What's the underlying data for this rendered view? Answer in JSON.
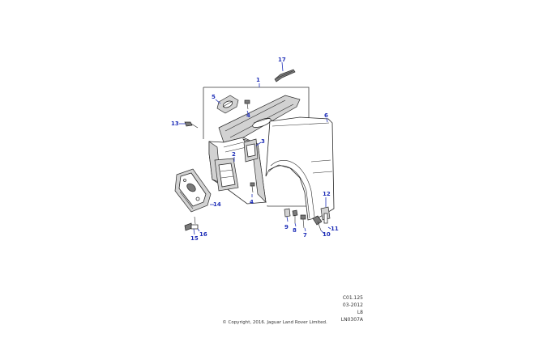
{
  "diagram": {
    "callouts": [
      {
        "id": "c1",
        "text": "1"
      },
      {
        "id": "c2",
        "text": "2"
      },
      {
        "id": "c3",
        "text": "3"
      },
      {
        "id": "c4a",
        "text": "4"
      },
      {
        "id": "c4b",
        "text": "4"
      },
      {
        "id": "c5",
        "text": "5"
      },
      {
        "id": "c6",
        "text": "6"
      },
      {
        "id": "c7",
        "text": "7"
      },
      {
        "id": "c8",
        "text": "8"
      },
      {
        "id": "c9",
        "text": "9"
      },
      {
        "id": "c10",
        "text": "10"
      },
      {
        "id": "c11",
        "text": "11"
      },
      {
        "id": "c12",
        "text": "12"
      },
      {
        "id": "c13",
        "text": "13"
      },
      {
        "id": "c14",
        "text": "14"
      },
      {
        "id": "c15",
        "text": "15"
      },
      {
        "id": "c16",
        "text": "16"
      },
      {
        "id": "c17",
        "text": "17"
      }
    ],
    "meta_lines": [
      "C01.125",
      "03-2012",
      "L8",
      "LN0307A"
    ],
    "copyright": "© Copyright, 2016. Jaguar Land Rover Limited.",
    "colors": {
      "callout": "#1f2fb8",
      "line": "#2a2a2a",
      "shade": "#d2d2d2"
    }
  }
}
